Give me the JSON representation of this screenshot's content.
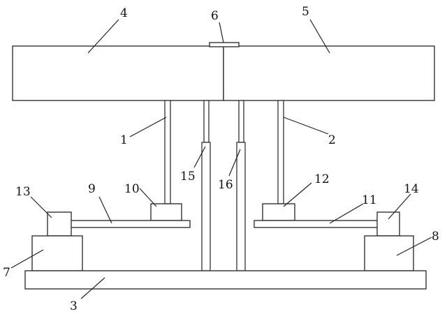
{
  "diagram": {
    "stroke_color": "#333333",
    "background": "#ffffff",
    "labels": {
      "l1": "1",
      "l2": "2",
      "l3": "3",
      "l4": "4",
      "l5": "5",
      "l6": "6",
      "l7": "7",
      "l8": "8",
      "l9": "9",
      "l10": "10",
      "l11": "11",
      "l12": "12",
      "l13": "13",
      "l14": "14",
      "l15": "15",
      "l16": "16"
    }
  }
}
